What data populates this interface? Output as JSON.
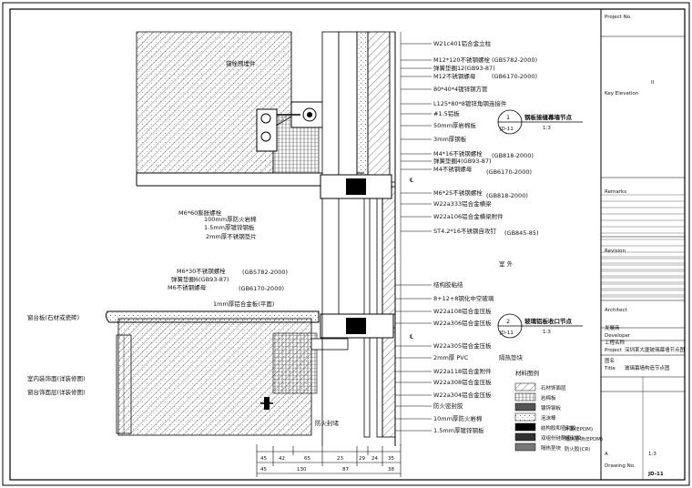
{
  "callouts_upper": [
    "W21c401铝合金立柱",
    "M12*120不锈钢螺栓",
    "弹簧垫圈12(GB93-87)",
    "M12不锈钢螺母",
    "80*40*4镀锌钢方管",
    "L125*80*8镀锌角钢连接件",
    "#1.5铝板",
    "50mm厚岩棉板",
    "3mm厚钢板",
    "M4*16不锈钢螺栓",
    "弹簧垫圈4(GB93-87)",
    "M4不锈钢螺母",
    "M6*25不锈钢螺栓",
    "W22a333铝合金横梁",
    "W22a106铝合金横梁附件",
    "ST4.2*16不锈钢自攻钉"
  ],
  "standards_upper": [
    "(GB5782-2000)",
    "(GB6170-2000)",
    "(GB818-2000)",
    "(GB6170-2000)",
    "(GB818-2000)",
    "(GB845-85)"
  ],
  "callouts_lower": [
    "结构胶粘结",
    "8+12+8钢化中空玻璃",
    "W22a108铝合金压板",
    "W22a306铝合金压板",
    "W22a305铝合金压板",
    "2mm厚 PVC",
    "隔热垫块",
    "W22a118铝合金附件",
    "W22a308铝合金压板",
    "W22a304铝合金压板",
    "防火密封胶",
    "10mm厚防火岩棉",
    "1.5mm厚镀锌钢板"
  ],
  "callouts_left": [
    "锚栓预埋件",
    "M6*60膨胀螺栓",
    "100mm厚防火岩棉",
    "1.5mm厚镀锌钢板",
    "2mm厚不锈钢垫片",
    "M6*30不锈钢螺栓",
    "弹簧垫圈6(GB93-87)",
    "M6不锈钢螺母",
    "1mm厚铝合金板(平面)",
    "窗台板(石材或瓷砖)",
    "室内装饰面(详装修图)",
    "窗台饰面层(详装修图)",
    "防火封堵"
  ],
  "standards_left": [
    "(GB5782-2000)",
    "(GB6170-2000)"
  ],
  "detail_1": {
    "num": "1",
    "sheet": "JD-11",
    "title": "钢板接缝幕墙节点",
    "scale": "1:3"
  },
  "detail_2": {
    "num": "2",
    "sheet": "JD-11",
    "title": "玻璃铝板收口节点",
    "scale": "1:3"
  },
  "mid_label": "室 外",
  "dims_top_row": [
    "45",
    "42",
    "65",
    "23",
    "29",
    "24",
    "35"
  ],
  "dims_bottom_row": [
    "45",
    "130",
    "87",
    "38"
  ],
  "legend": {
    "title": "材料图例",
    "items": [
      "石材饰面层",
      "岩棉板",
      "镀锌钢板",
      "泡沫棒",
      "结构胶和密封胶",
      "双组份硅酮密封胶",
      "隔热垫块"
    ],
    "extra": [
      "外装(EPDM)",
      "隔热垫块(EPDM)",
      "防火胶(CR)"
    ]
  },
  "title_block": {
    "project_no_label": "Project No.",
    "key_elev_label": "Key Elevation",
    "remarks_label": "Remarks",
    "revision_label": "Revision",
    "architect_label": "Architect",
    "developer_cn": "发展商",
    "developer_label": "Developer",
    "project_cn": "工程名称",
    "project_label": "Project",
    "project_value": "深圳某大厦玻璃幕墙节点图",
    "title_cn": "图名",
    "title_label": "Title",
    "title_value": "玻璃幕墙构造节点图",
    "drawing_no_label": "Drawing No.",
    "drawing_no_value": "JD-11",
    "scale_value": "1:3",
    "size_value": "A",
    "roman": "II"
  }
}
